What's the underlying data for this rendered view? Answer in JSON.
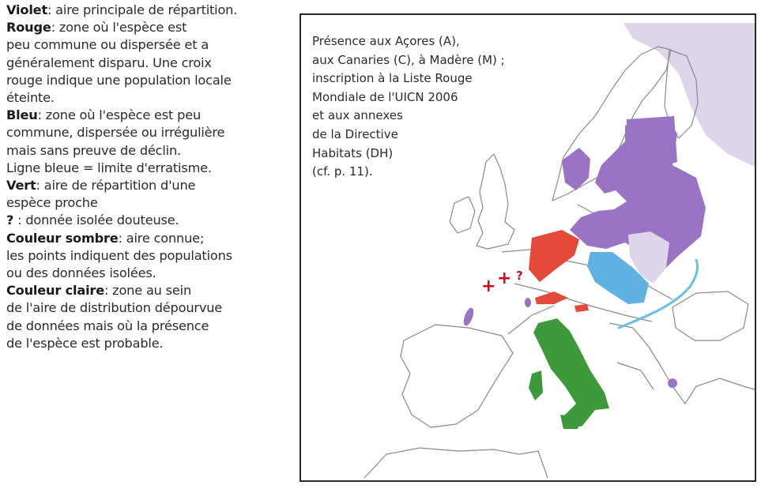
{
  "legend": [
    {
      "key": "Violet",
      "text": ": aire principale de répartition."
    },
    {
      "key": "Rouge",
      "text": ": zone où l'espèce est"
    },
    {
      "key": "",
      "text": "peu commune ou dispersée et a"
    },
    {
      "key": "",
      "text": "généralement disparu. Une croix"
    },
    {
      "key": "",
      "text": "rouge indique une population locale"
    },
    {
      "key": "",
      "text": "éteinte."
    },
    {
      "key": "Bleu",
      "text": ": zone où l'espèce est peu"
    },
    {
      "key": "",
      "text": "commune, dispersée ou irrégulière"
    },
    {
      "key": "",
      "text": "mais sans preuve de déclin."
    },
    {
      "key": "",
      "text": "Ligne bleue = limite d'erratisme."
    },
    {
      "key": "Vert",
      "text": ": aire de répartition d'une"
    },
    {
      "key": "",
      "text": "espèce proche"
    },
    {
      "key": "?",
      "text": " : donnée isolée douteuse."
    },
    {
      "key": "Couleur sombre",
      "text": ": aire connue;"
    },
    {
      "key": "",
      "text": "les points indiquent des populations"
    },
    {
      "key": "",
      "text": "ou des données isolées."
    },
    {
      "key": "Couleur claire",
      "text": ": zone au sein"
    },
    {
      "key": "",
      "text": "de l'aire de distribution dépourvue"
    },
    {
      "key": "",
      "text": "de données mais où la présence"
    },
    {
      "key": "",
      "text": "de l'espèce est probable."
    }
  ],
  "map": {
    "note_lines": [
      "Présence aux Açores (A),",
      "aux Canaries (C), à Madère (M) ;",
      "inscription à la Liste Rouge",
      "Mondiale de l'UICN 2006",
      "et aux annexes",
      "de la Directive",
      "Habitats (DH)",
      "(cf. p. 11)."
    ],
    "markers": {
      "cross": "+",
      "doubtful": "?"
    },
    "colors": {
      "violet": "#9a74c4",
      "violet_light": "#ded5ea",
      "red": "#e34a3a",
      "blue": "#5fb1e3",
      "blue_line": "#6cbde8",
      "green": "#3d9a3a",
      "cross": "#c5121c",
      "outline": "#8a8a8a"
    }
  }
}
